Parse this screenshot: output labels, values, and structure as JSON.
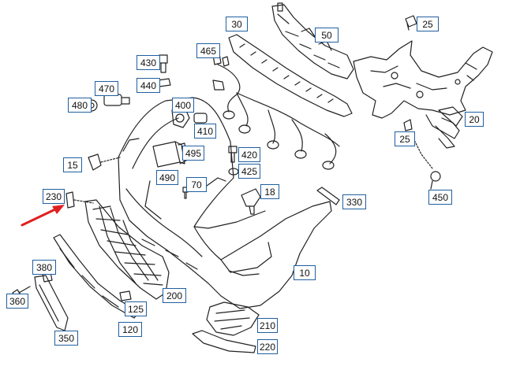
{
  "diagram": {
    "callouts": [
      "30",
      "50",
      "25",
      "465",
      "430",
      "440",
      "470",
      "480",
      "400",
      "410",
      "20",
      "25",
      "495",
      "420",
      "425",
      "490",
      "15",
      "70",
      "18",
      "230",
      "330",
      "450",
      "10",
      "380",
      "360",
      "125",
      "200",
      "120",
      "350",
      "210",
      "220"
    ],
    "colors": {
      "callout_border": "#1f5fa0",
      "line": "#222222",
      "highlight_arrow": "#e02020"
    }
  }
}
